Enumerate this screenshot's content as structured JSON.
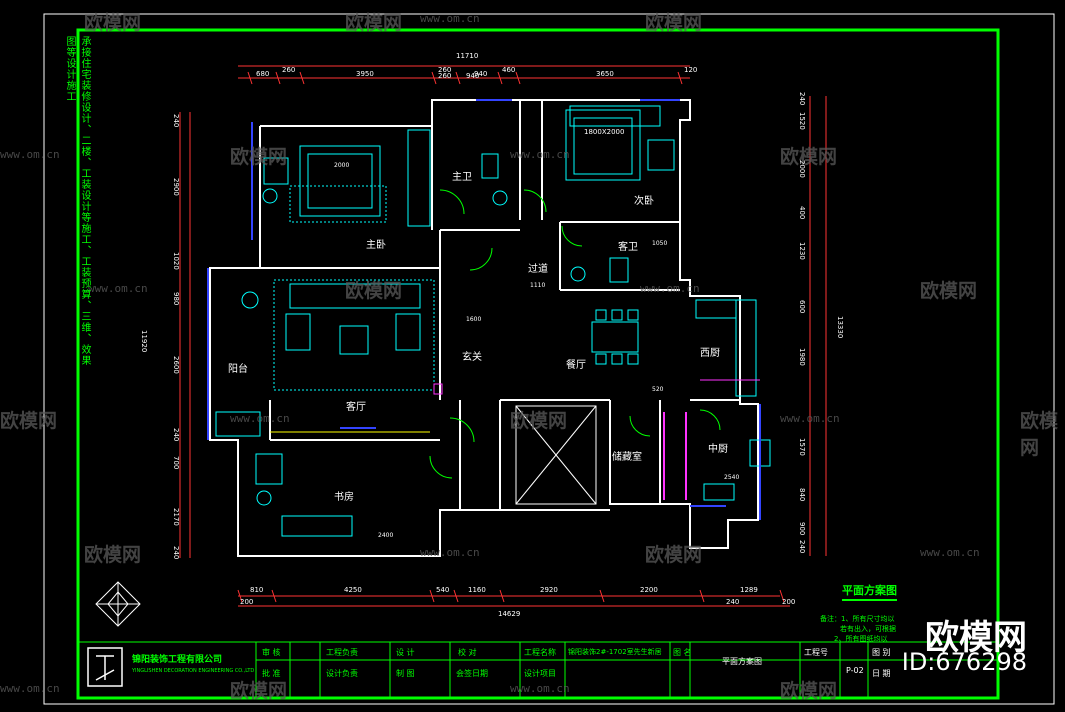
{
  "watermark": {
    "brand": "欧模网",
    "url": "www.om.cn"
  },
  "branding": {
    "logo_text": "欧模网",
    "id_text": "ID:676298"
  },
  "drawing": {
    "title": "平面方案图",
    "side_note": "承接住宅装修设计、二楼、工装设计等施工、工装预算、三维、效果图等设计施工",
    "top_total_dim": "11710",
    "bottom_total_dim": "14629",
    "right_total_dim": "13330",
    "left_total_dim": "11920",
    "top_dims": [
      "680",
      "260",
      "3950",
      "260",
      "940",
      "460",
      "3650",
      "120"
    ],
    "top_sub_dims": [
      "260",
      "940"
    ],
    "bottom_dims": [
      "810",
      "4250",
      "540",
      "1160",
      "2920",
      "2200",
      "1289"
    ],
    "bottom_sub_dims": [
      "200",
      "240",
      "200"
    ],
    "left_dims": [
      "240",
      "2900",
      "1020",
      "980",
      "2600",
      "240",
      "700",
      "2170",
      "240"
    ],
    "right_dims": [
      "240",
      "1520",
      "2000",
      "400",
      "1230",
      "600",
      "1980",
      "1570",
      "840",
      "900",
      "240"
    ],
    "rooms": [
      {
        "name": "主卧",
        "key": "master-bedroom"
      },
      {
        "name": "主卫",
        "key": "master-bath"
      },
      {
        "name": "次卧",
        "key": "second-bedroom"
      },
      {
        "name": "客卫",
        "key": "guest-bath"
      },
      {
        "name": "过道",
        "key": "corridor"
      },
      {
        "name": "阳台",
        "key": "balcony"
      },
      {
        "name": "客厅",
        "key": "living-room"
      },
      {
        "name": "玄关",
        "key": "foyer"
      },
      {
        "name": "餐厅",
        "key": "dining-room"
      },
      {
        "name": "西厨",
        "key": "western-kitchen"
      },
      {
        "name": "书房",
        "key": "study"
      },
      {
        "name": "储藏室",
        "key": "storage-room"
      },
      {
        "name": "中厨",
        "key": "chinese-kitchen"
      }
    ],
    "labels": {
      "bed_size": "1800X2000",
      "bed_small": "2000",
      "dim_1110": "1110",
      "dim_1600": "1600",
      "dim_1050": "1050",
      "dim_520": "520",
      "dim_2400": "2400",
      "dim_2540": "2540"
    },
    "notes": [
      "备注：1、所有尺寸均以",
      "若有出入，可根据",
      "2、所有图纸均以"
    ]
  },
  "title_block": {
    "company": "锦阳装饰工程有限公司",
    "company_en": "YINGLISHEN DECORATION ENGINEERING CO.,LTD",
    "cells": {
      "audit": "审 核",
      "project_director": "工程负责",
      "design": "设 计",
      "check": "校 对",
      "project_name_label": "工程名称",
      "project_name": "锦阳装饰2#-1702室先生新居",
      "drawing_name_label": "图 名",
      "drawing_name": "平面方案图",
      "drawing_no_label": "工程号",
      "drawing_no": "P-02",
      "sheet_label": "图 别",
      "approve": "批 准",
      "design_director": "设计负责",
      "draw": "制 图",
      "date_label": "会签日期",
      "design_item": "设计项目",
      "date": "日 期"
    }
  },
  "colors": {
    "background": "#000000",
    "border": "#00ff00",
    "walls": "#ffffff",
    "dims": "#ff3333",
    "furniture": "#00ffff",
    "accent": "#3344ff",
    "magenta": "#ff33ff"
  }
}
